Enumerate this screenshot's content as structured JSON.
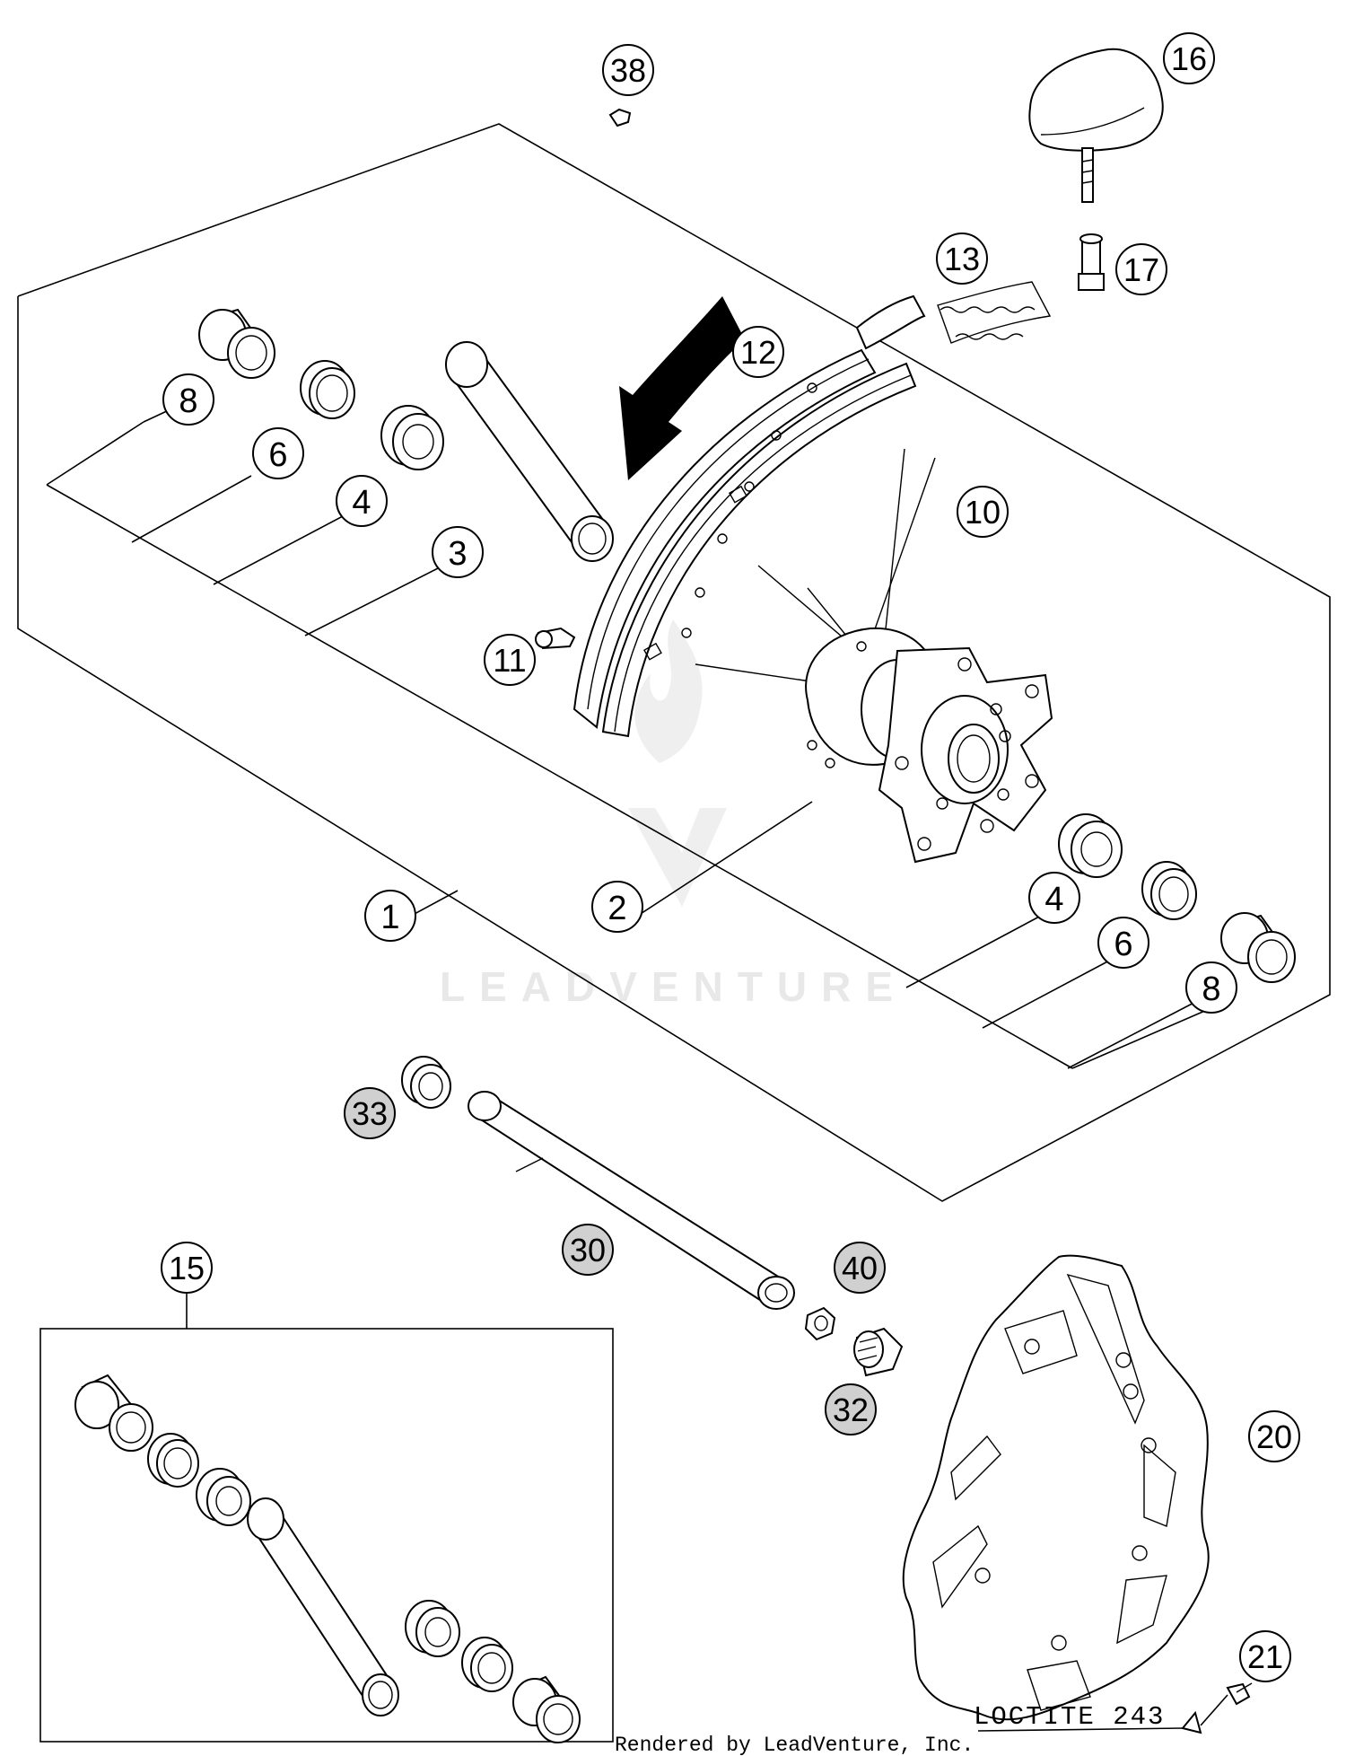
{
  "callouts": {
    "c38": "38",
    "c16": "16",
    "c13": "13",
    "c17": "17",
    "c12": "12",
    "c8_top": "8",
    "c6_top": "6",
    "c4_top": "4",
    "c3": "3",
    "c10": "10",
    "c11": "11",
    "c1": "1",
    "c2": "2",
    "c4_right": "4",
    "c6_right": "6",
    "c8_right": "8",
    "c33": "33",
    "c30": "30",
    "c40": "40",
    "c15": "15",
    "c32": "32",
    "c20": "20",
    "c21": "21"
  },
  "loctite_label": "LOCTITE 243",
  "footer": "Rendered by LeadVenture, Inc.",
  "watermark": "LEADVENTURE",
  "colors": {
    "line": "#000000",
    "watermark": "#e6e6e6",
    "shaded_callout": "#d0d0d0"
  }
}
